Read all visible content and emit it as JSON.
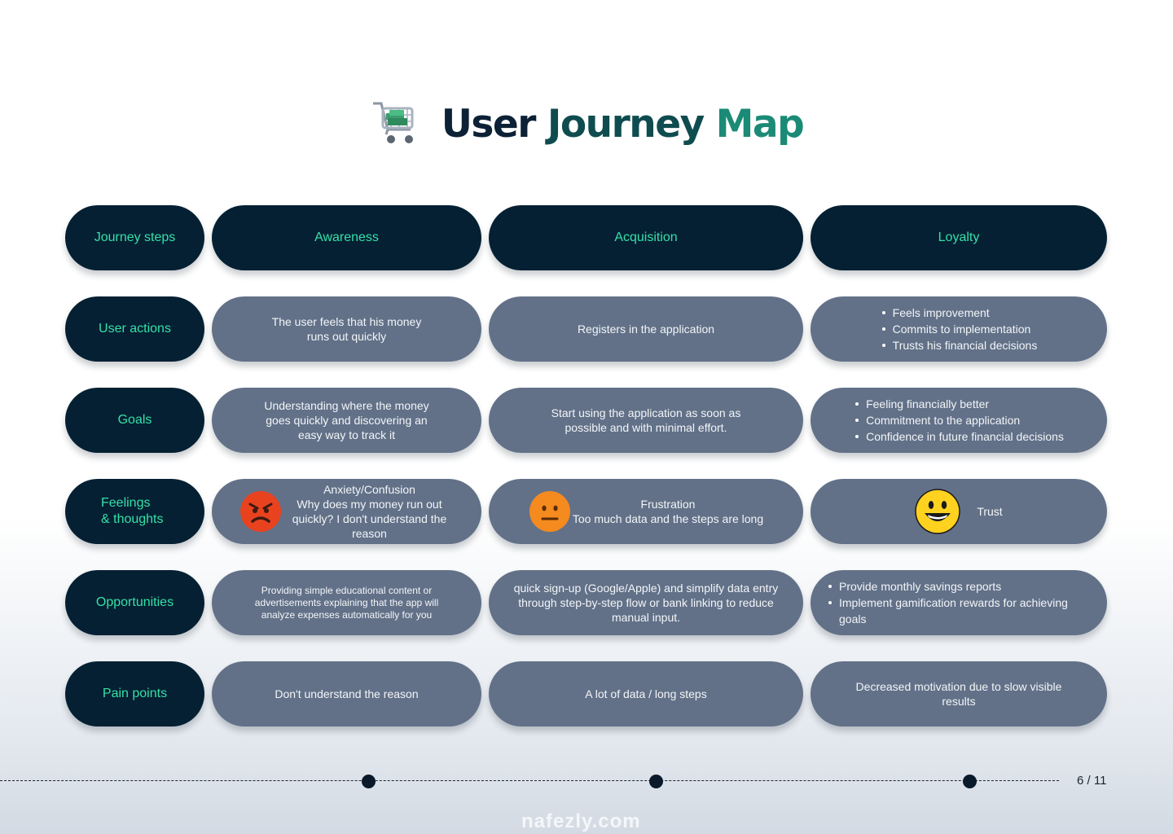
{
  "title": {
    "word1": "User",
    "word2": "Journey",
    "word3": "Map"
  },
  "rows": [
    {
      "label": "Journey steps",
      "cells": [
        "Awareness",
        "Acquisition",
        "Loyalty"
      ]
    },
    {
      "label": "User actions",
      "c1": "The user feels that his money runs out quickly",
      "c2": "Registers in the application",
      "c3": [
        "Feels improvement",
        "Commits to implementation",
        "Trusts his financial decisions"
      ]
    },
    {
      "label": "Goals",
      "c1": "Understanding where the money goes quickly and discovering an easy way to track it",
      "c2": "Start using the application as soon as possible and with minimal effort.",
      "c3": [
        "Feeling financially better",
        "Commitment to the application",
        "Confidence in future financial decisions"
      ]
    },
    {
      "label_line1": "Feelings",
      "label_line2": "& thoughts",
      "c1": {
        "emoji": "angry-face-icon",
        "title": "Anxiety/Confusion",
        "text": "Why does my money run out quickly? I don't understand the reason"
      },
      "c2": {
        "emoji": "neutral-face-icon",
        "title": "Frustration",
        "text": "Too much data and the steps are long"
      },
      "c3": {
        "emoji": "smiling-face-icon",
        "text": "Trust"
      }
    },
    {
      "label": "Opportunities",
      "c1": "Providing simple educational content or advertisements explaining that the app will analyze expenses automatically for you",
      "c2": "quick sign-up (Google/Apple) and simplify data entry through step-by-step flow or bank linking to reduce manual input.",
      "c3": [
        "Provide monthly savings reports",
        "Implement gamification rewards for achieving goals"
      ]
    },
    {
      "label": "Pain points",
      "c1": "Don't understand the reason",
      "c2": "A lot of data / long steps",
      "c3": "Decreased motivation due to slow visible results"
    }
  ],
  "footer": {
    "page": "6 / 11",
    "watermark": "nafezly.com"
  },
  "colors": {
    "dark": "#052033",
    "accent": "#36e0a8",
    "grey": "#627188"
  }
}
